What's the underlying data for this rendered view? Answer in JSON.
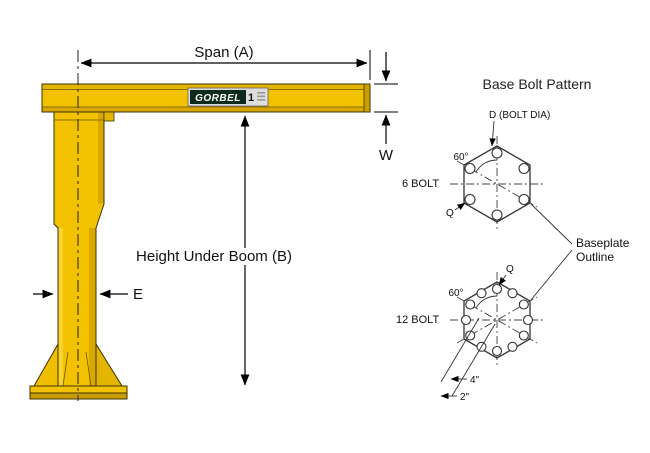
{
  "diagram": {
    "crane": {
      "span_label": "Span (A)",
      "height_label": "Height Under Boom (B)",
      "w_label": "W",
      "e_label": "E",
      "logo_brand": "GORBEL",
      "logo_capacity": "1"
    },
    "bolt_pattern": {
      "title": "Base Bolt Pattern",
      "bolt_dia_label": "D (BOLT DIA)",
      "six_bolt_label": "6 BOLT",
      "twelve_bolt_label": "12 BOLT",
      "angle_six": "60°",
      "angle_twelve": "60°",
      "q_six": "Q",
      "q_twelve": "Q",
      "baseplate_line1": "Baseplate",
      "baseplate_line2": "Outline",
      "dim_outer": "4\"",
      "dim_inner": "2\""
    },
    "colors": {
      "crane_yellow": "#F2C200",
      "crane_yellow_dark": "#D8A700",
      "crane_yellow_light": "#F6CB1A",
      "outline": "#3d3200"
    }
  }
}
